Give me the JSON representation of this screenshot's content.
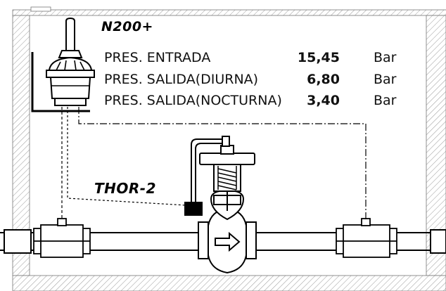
{
  "brands": {
    "sensor_model": "N200+",
    "controller_model": "THOR-2"
  },
  "readings": [
    {
      "label": "PRES. ENTRADA",
      "value": "15,45",
      "unit": "Bar"
    },
    {
      "label": "PRES. SALIDA(DIURNA)",
      "value": "6,80",
      "unit": "Bar"
    },
    {
      "label": "PRES. SALIDA(NOCTURNA)",
      "value": "3,40",
      "unit": "Bar"
    }
  ],
  "colors": {
    "line": "#000000",
    "hatch": "#9a9a9a",
    "background": "#ffffff"
  }
}
